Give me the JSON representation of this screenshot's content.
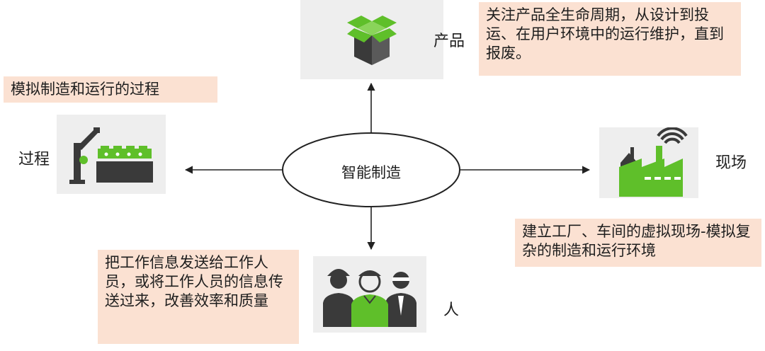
{
  "center": {
    "label": "智能制造"
  },
  "nodes": {
    "product": {
      "label": "产品",
      "description": "关注产品全生命周期，从设计到投运、在用户环境中的运行维护，直到报废。",
      "icon": "open-box-icon"
    },
    "process": {
      "label": "过程",
      "description": "模拟制造和运行的过程",
      "icon": "robot-arm-conveyor-icon"
    },
    "site": {
      "label": "现场",
      "description": "建立工厂、车间的虚拟现场-模拟复杂的制造和运行环境",
      "icon": "smart-factory-icon"
    },
    "people": {
      "label": "人",
      "description": "把工作信息发送给工作人员，或将工作人员的信息传送过来，改善效率和质量",
      "icon": "workers-icon"
    }
  },
  "colors": {
    "accent": "#5fbf2a",
    "dark": "#3a3a3a",
    "note_bg": "#fbe1d2",
    "tile_bg": "#eeeeee"
  }
}
